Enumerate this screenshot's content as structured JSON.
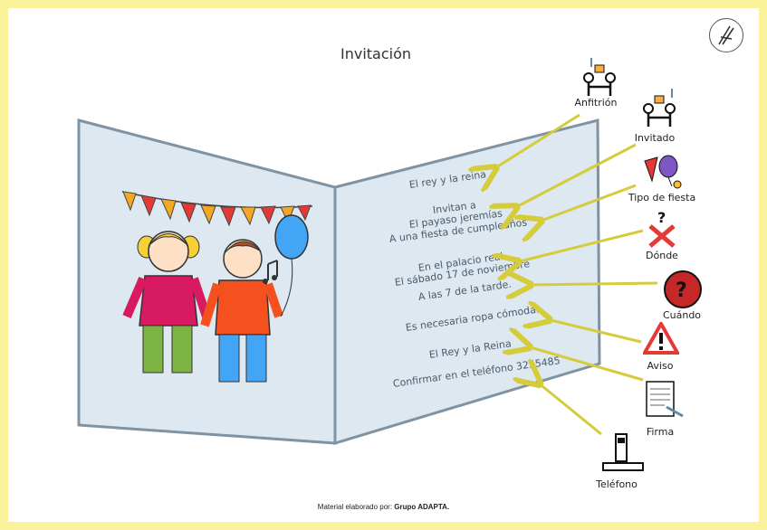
{
  "title": "Invitación",
  "card_lines": [
    "El rey y la reina",
    "Invitan a",
    "El payaso jeremías",
    "A una fiesta de cumpleaños",
    "En el palacio real",
    "El sábado 17 de noviembre",
    "A las 7 de la tarde.",
    "Es necesaria ropa cómoda.",
    "El  Rey y la Reina",
    "Confirmar en el teléfono 3255485"
  ],
  "pictograms": [
    {
      "label": "Anfitrión",
      "icon": "host-icon"
    },
    {
      "label": "Invitado",
      "icon": "guest-icon"
    },
    {
      "label": "Tipo de fiesta",
      "icon": "party-icon"
    },
    {
      "label": "Dónde",
      "icon": "where-icon"
    },
    {
      "label": "Cuándo",
      "icon": "when-icon"
    },
    {
      "label": "Aviso",
      "icon": "warning-icon"
    },
    {
      "label": "Firma",
      "icon": "signature-icon"
    },
    {
      "label": "Teléfono",
      "icon": "phone-icon"
    }
  ],
  "footer": {
    "prefix": "Material elaborado por: ",
    "author": "Grupo ADAPTA."
  },
  "colors": {
    "frame": "#fbf39a",
    "card": "#dde8f0",
    "arrow": "#d4cc3a"
  }
}
